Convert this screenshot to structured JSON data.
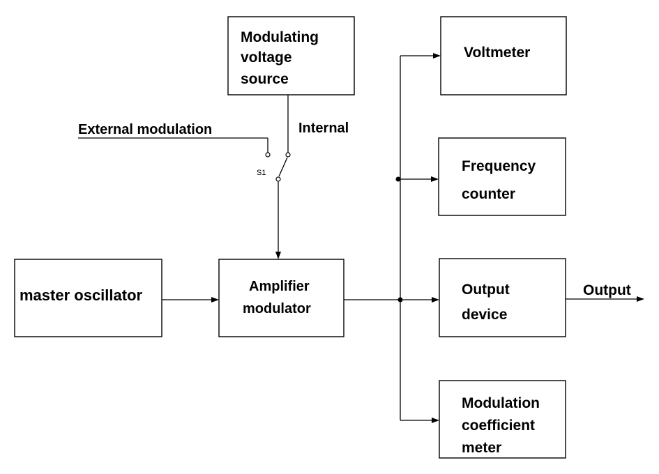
{
  "blocks": {
    "modulating_source": {
      "lines": [
        "Modulating",
        "voltage",
        "source"
      ]
    },
    "voltmeter": {
      "lines": [
        "Voltmeter"
      ]
    },
    "frequency_counter": {
      "lines": [
        "Frequency",
        "counter"
      ]
    },
    "master_oscillator": {
      "lines": [
        "master oscillator"
      ]
    },
    "amplifier_modulator": {
      "lines": [
        "Amplifier",
        "modulator"
      ]
    },
    "output_device": {
      "lines": [
        "Output",
        "device"
      ]
    },
    "modulation_meter": {
      "lines": [
        "Modulation",
        "coefficient",
        "meter"
      ]
    }
  },
  "labels": {
    "external_modulation": "External modulation",
    "internal": "Internal",
    "switch": "S1",
    "output": "Output"
  },
  "colors": {
    "line": "#000000",
    "background": "#ffffff"
  }
}
